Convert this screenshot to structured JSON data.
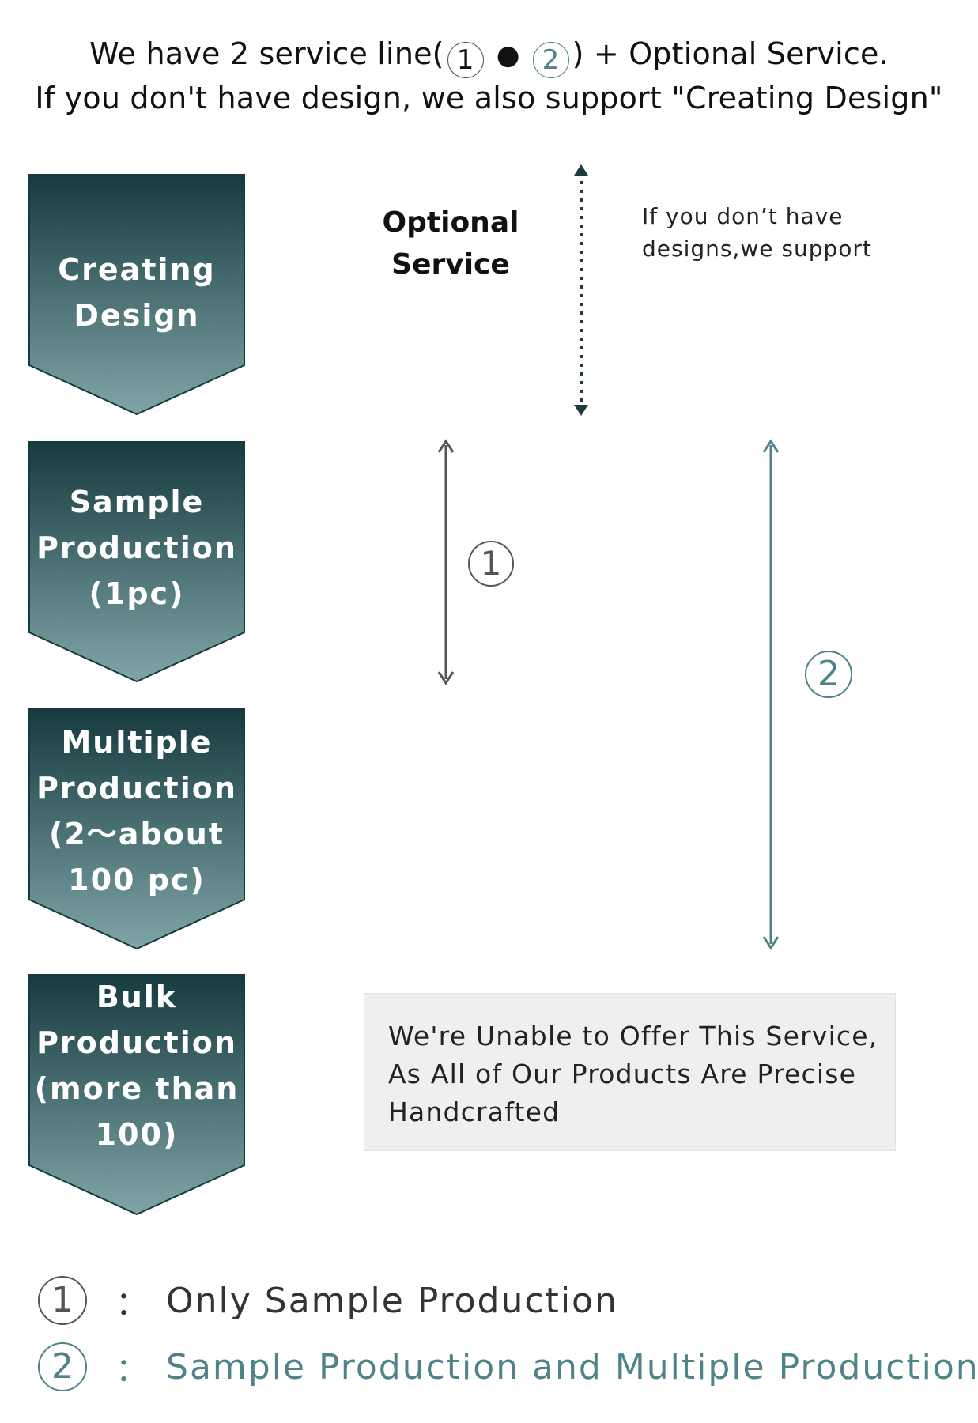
{
  "header": {
    "line1_prefix": "We have 2 service line(",
    "line1_circle1": "1",
    "line1_dot": "●",
    "line1_circle2": "2",
    "line1_suffix": ") + Optional Service.",
    "line2": "If you don't have design, we also support \"Creating Design\""
  },
  "stages": [
    {
      "lines": [
        "Creating",
        "Design"
      ]
    },
    {
      "lines": [
        "Sample",
        "Production",
        "(1pc)"
      ]
    },
    {
      "lines": [
        "Multiple",
        "Production",
        "(2〜about",
        "100 pc)"
      ]
    },
    {
      "lines": [
        "Bulk",
        "Production",
        "(more than",
        "100)"
      ]
    }
  ],
  "optional_service": {
    "title_lines": [
      "Optional",
      "Service"
    ],
    "note_lines": [
      "If you don’t have",
      "designs,we support"
    ]
  },
  "service_lines": [
    {
      "marker": "1",
      "legend_text": "Only Sample Production",
      "color": "#555555"
    },
    {
      "marker": "2",
      "legend_text": "Sample Production and Multiple Production",
      "color": "#4f8389"
    }
  ],
  "legend_separator": "：",
  "notice": {
    "lines": [
      "We're Unable to Offer This Service,",
      "As All of Our Products Are Precise",
      "Handcrafted"
    ]
  },
  "colors": {
    "chevron_top": "#163b3f",
    "chevron_bottom": "#7fa5a8",
    "line1": "#555555",
    "line2": "#4f8389",
    "optional_arrow": "#1d3b3f",
    "notice_bg": "#efefef"
  }
}
